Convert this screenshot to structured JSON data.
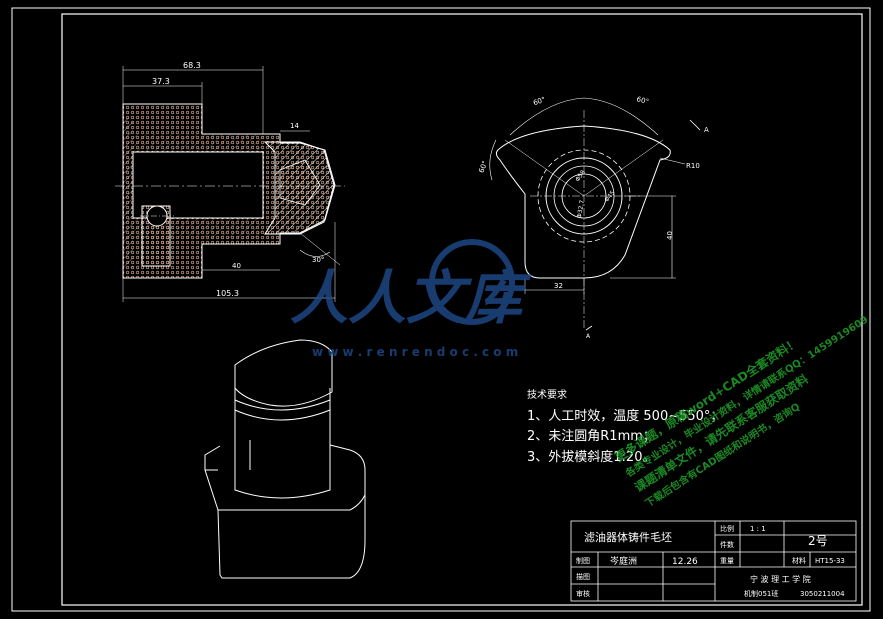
{
  "part_view": {
    "dims": {
      "d_68_3": "68.3",
      "d_37_3": "37.3",
      "d_14": "14",
      "d_40": "40",
      "d_105_3": "105.3",
      "d_30deg": "30°"
    }
  },
  "end_view": {
    "dims": {
      "a60_left": "60°",
      "a60_right": "60°",
      "a60_side": "60°",
      "section_mark": "A",
      "r10": "R10",
      "d58": "Φ58",
      "d32_7": "Φ32.7",
      "d45": "Φ45",
      "d32": "32",
      "h40": "40",
      "arrow_mark": "A"
    }
  },
  "tech_requirements": {
    "heading": "技术要求",
    "item1": "1、人工时效，温度 500~550°；",
    "item2": "2、未注圆角R1mm；",
    "item3": "3、外拔模斜度1:20。"
  },
  "title_block": {
    "part_name": "滤油器体铸件毛坯",
    "scale_label": "比例",
    "scale_value": "1 : 1",
    "qty_label": "件数",
    "sheet_no": "2号",
    "weight_label": "重量",
    "material_label": "材料",
    "material_value": "HT15-33",
    "drawn_label": "制图",
    "drawn_name": "岑庭洲",
    "drawn_date": "12.26",
    "design_label": "描图",
    "review_label": "审核",
    "school": "宁 波 理 工 学 院",
    "class_id": "机制051班",
    "student_id": "3050211004"
  },
  "watermark": {
    "logo_text": "人人文库",
    "url": "w w w . r e n r e n d o c . c o m",
    "line1": "下载后包含有CAD图纸和说明书，咨询Q",
    "diag1": "各类专业设计，毕业设计资料，详情请联系QQ：1459919609",
    "diag2": "课题清单文件，请先联系客服获取资料",
    "diag_all": "更多课题，原稿word+CAD全套资料！"
  },
  "colors": {
    "bg": "#000000",
    "frame": "#ffffff",
    "hatch_orange": "#c87846",
    "hatch_white": "#e8e8e8",
    "watermark_blue": "#1e4c8c",
    "watermark_green": "#1fa02a"
  }
}
